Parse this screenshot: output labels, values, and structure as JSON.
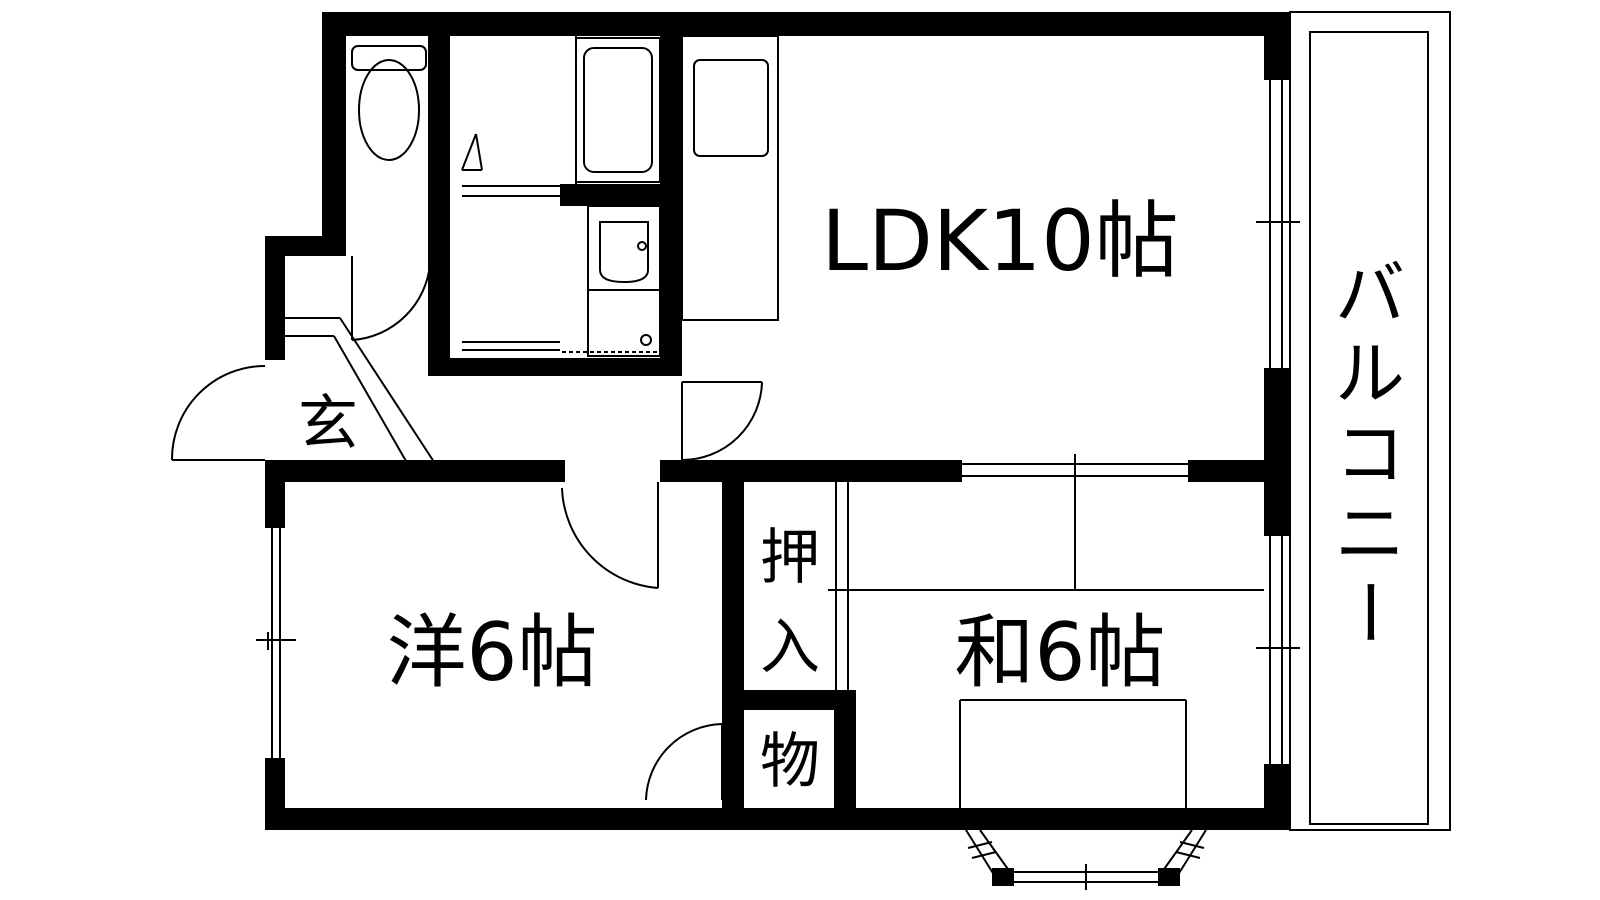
{
  "rooms": {
    "ldk": "LDK10帖",
    "western": "洋6帖",
    "japanese": "和6帖",
    "entrance": "玄",
    "closet_top": "押",
    "closet_mid": "入",
    "storage": "物"
  },
  "balcony": {
    "chars": [
      "バ",
      "ル",
      "コ",
      "ニ",
      "ー"
    ]
  },
  "colors": {
    "wall": "#000000",
    "line": "#000000",
    "background": "#ffffff",
    "door_frame": "#808080"
  }
}
